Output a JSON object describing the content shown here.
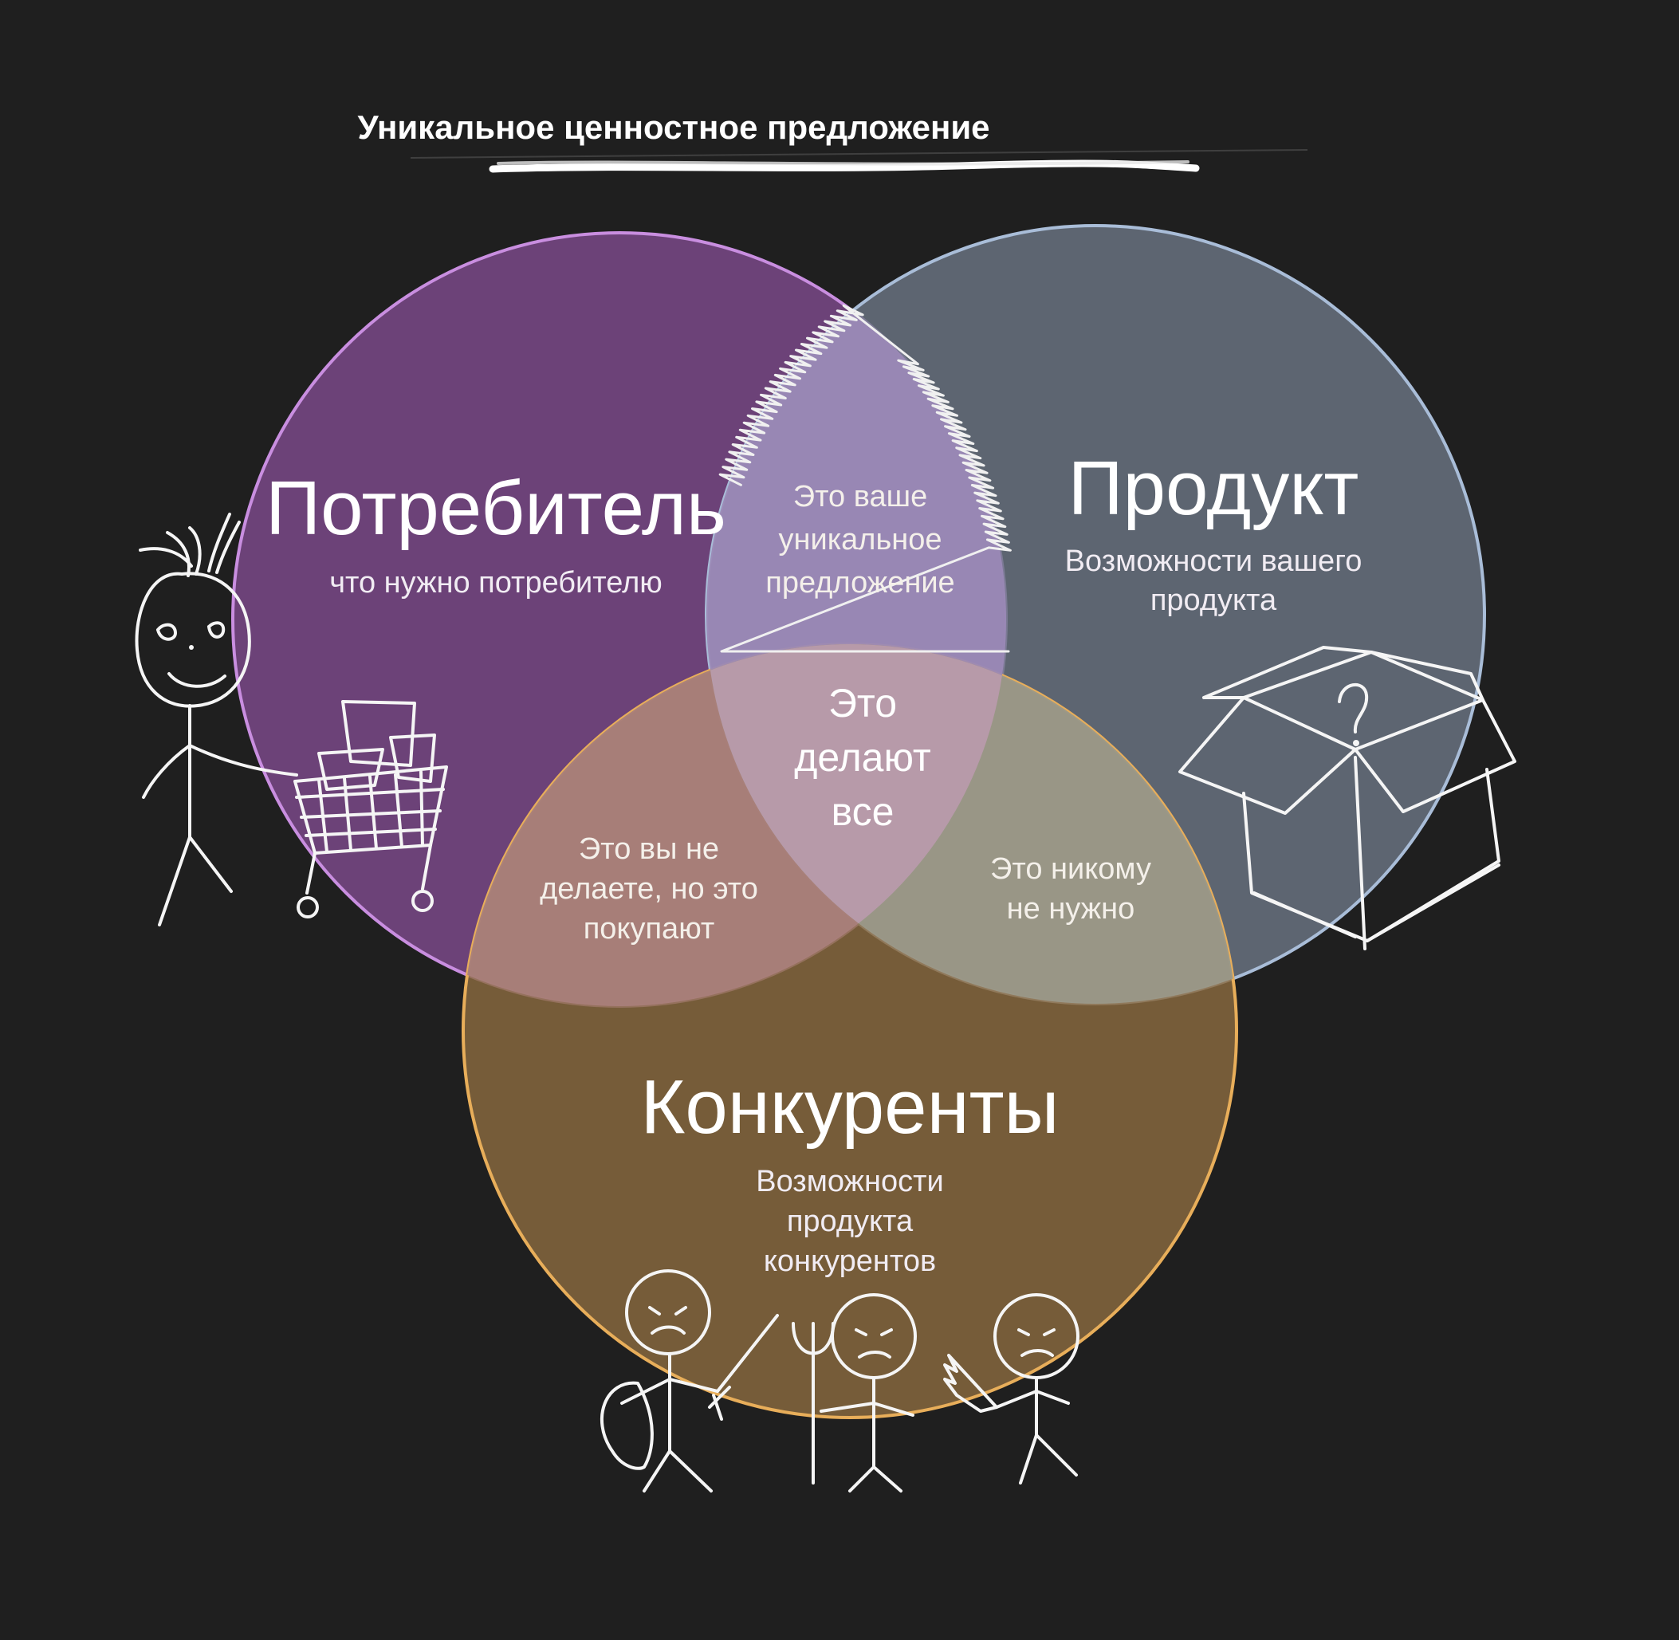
{
  "title": "Уникальное ценностное предложение",
  "colors": {
    "background": "#1f1f1f",
    "consumer_fill": "#7e4a8c",
    "consumer_stroke": "#c98ee0",
    "product_fill": "#6b7584",
    "product_stroke": "#a9bdd8",
    "competitors_fill": "#8a6a40",
    "competitors_stroke": "#e8ae5a"
  },
  "circles": {
    "consumer": {
      "title": "Потребитель",
      "subtitle": "что нужно потребителю"
    },
    "product": {
      "title": "Продукт",
      "subtitle_lines": [
        "Возможности вашего",
        "продукта"
      ]
    },
    "competitors": {
      "title": "Конкуренты",
      "subtitle_lines": [
        "Возможности",
        "продукта",
        "конкурентов"
      ]
    }
  },
  "intersections": {
    "consumer_product": [
      "Это ваше",
      "уникальное",
      "предложение"
    ],
    "consumer_competitors": [
      "Это вы не",
      "делаете, но это",
      "покупают"
    ],
    "product_competitors": [
      "Это никому",
      "не нужно"
    ],
    "all": [
      "Это",
      "делают",
      "все"
    ]
  },
  "icons": {
    "consumer": [
      "stick-figure-icon",
      "shopping-cart-icon"
    ],
    "product": [
      "open-box-icon",
      "question-mark-icon"
    ],
    "competitors": [
      "angry-stick-figure-icon",
      "sword-icon",
      "shield-icon",
      "pitchfork-icon",
      "saw-icon"
    ]
  }
}
